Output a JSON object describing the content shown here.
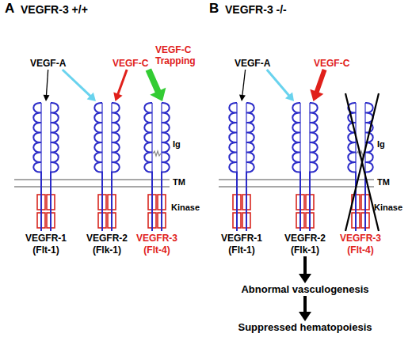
{
  "diagram": {
    "nodes": [
      {
        "text": [
          "VEGF-A"
        ]
      },
      {
        "text": [
          "VEGF-C"
        ]
      },
      {
        "text": [
          "VEGFR-1 (Flt-1)"
        ]
      },
      {
        "text": [
          "VEGFR-2 (Flk-1)"
        ]
      },
      {
        "text": [
          "VEGFR-3 (Flt-4)"
        ]
      },
      {
        "text": [
          "VEGF-A"
        ]
      },
      {
        "text": [
          "VEGF-C"
        ]
      },
      {
        "text": [
          "VEGFR-1 (Flt-1)"
        ]
      },
      {
        "text": [
          "VEGFR-2 (Flk-1)"
        ]
      },
      {
        "text": [
          "VEGFR-3 (Flt-4)"
        ]
      },
      {
        "text": [
          "Abnormal vasculogenesis"
        ]
      },
      {
        "text": [
          "Suppressed hematopoiesis"
        ]
      }
    ],
    "edges": [
      {
        "from": 0,
        "to": 2,
        "arrow": "to"
      },
      {
        "from": 0,
        "to": 3,
        "arrow": "to"
      },
      {
        "from": 1,
        "to": 3,
        "arrow": "to"
      },
      {
        "from": 1,
        "to": 4,
        "arrow": "to",
        "label": "VEGF-C Trapping"
      },
      {
        "from": 5,
        "to": 7,
        "arrow": "to"
      },
      {
        "from": 5,
        "to": 8,
        "arrow": "to"
      },
      {
        "from": 6,
        "to": 8,
        "arrow": "to"
      },
      {
        "from": 8,
        "to": 10,
        "arrow": "to"
      },
      {
        "from": 10,
        "to": 11,
        "arrow": "to"
      }
    ],
    "labels": [
      "A",
      "VEGFR-3 +/+",
      "Ig",
      "TM",
      "Kinase",
      "B",
      "VEGFR-3 -/-",
      "Ig",
      "TM",
      "Kinase"
    ]
  }
}
